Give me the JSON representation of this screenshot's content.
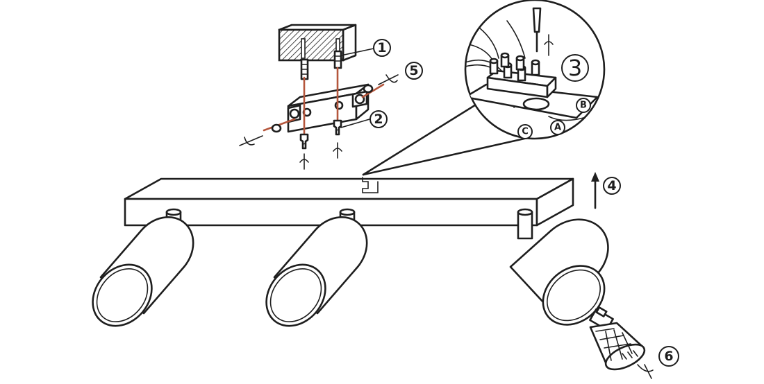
{
  "step_labels": {
    "s1": "1",
    "s2": "2",
    "s3": "3",
    "s4": "4",
    "s5": "5",
    "s6": "6"
  },
  "wire_labels": {
    "a": "A",
    "b": "B",
    "c": "C"
  },
  "colors": {
    "line": "#1e1e1e",
    "screw_guide": "#b5563c",
    "background": "#ffffff"
  },
  "icons": [
    "screwdriver-icon",
    "arrow-up-icon",
    "light-bulb-icon"
  ]
}
